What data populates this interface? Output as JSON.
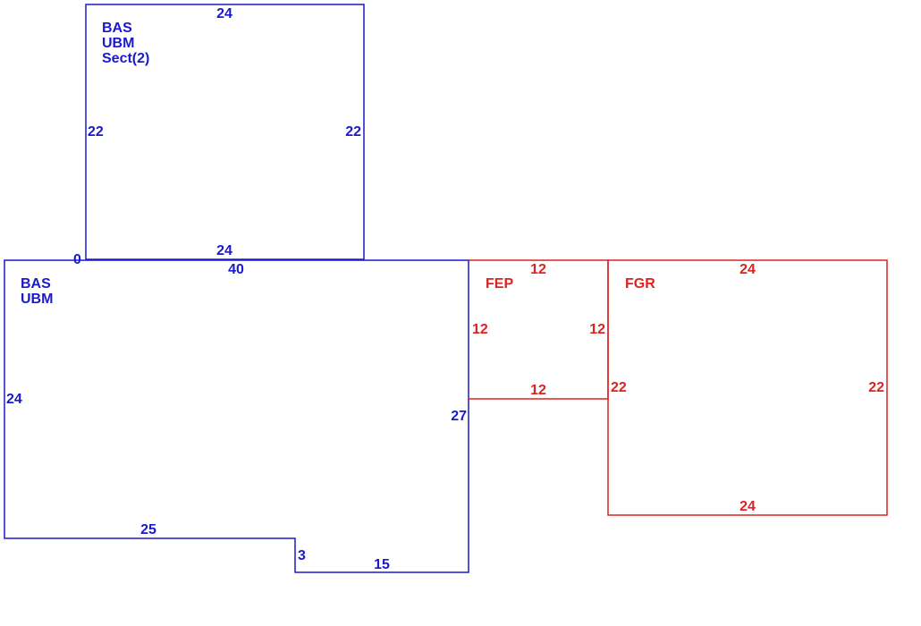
{
  "colors": {
    "living": "#1a1acc",
    "attached": "#dd2222"
  },
  "upper_section": {
    "tag_1": "BAS",
    "tag_2": "UBM",
    "tag_3": "Sect(2)",
    "dim_top": "24",
    "dim_left": "22",
    "dim_right": "22",
    "dim_bottom": "24",
    "dim_corner": "0"
  },
  "main_section": {
    "tag_1": "BAS",
    "tag_2": "UBM",
    "dim_top": "40",
    "dim_left": "24",
    "dim_right": "27",
    "dim_bottom_left": "25",
    "dim_step": "3",
    "dim_bottom_right": "15"
  },
  "fep": {
    "tag": "FEP",
    "dim_top": "12",
    "dim_left": "12",
    "dim_right": "12",
    "dim_bottom": "12"
  },
  "fgr": {
    "tag": "FGR",
    "dim_top": "24",
    "dim_left": "22",
    "dim_right": "22",
    "dim_bottom": "24"
  }
}
